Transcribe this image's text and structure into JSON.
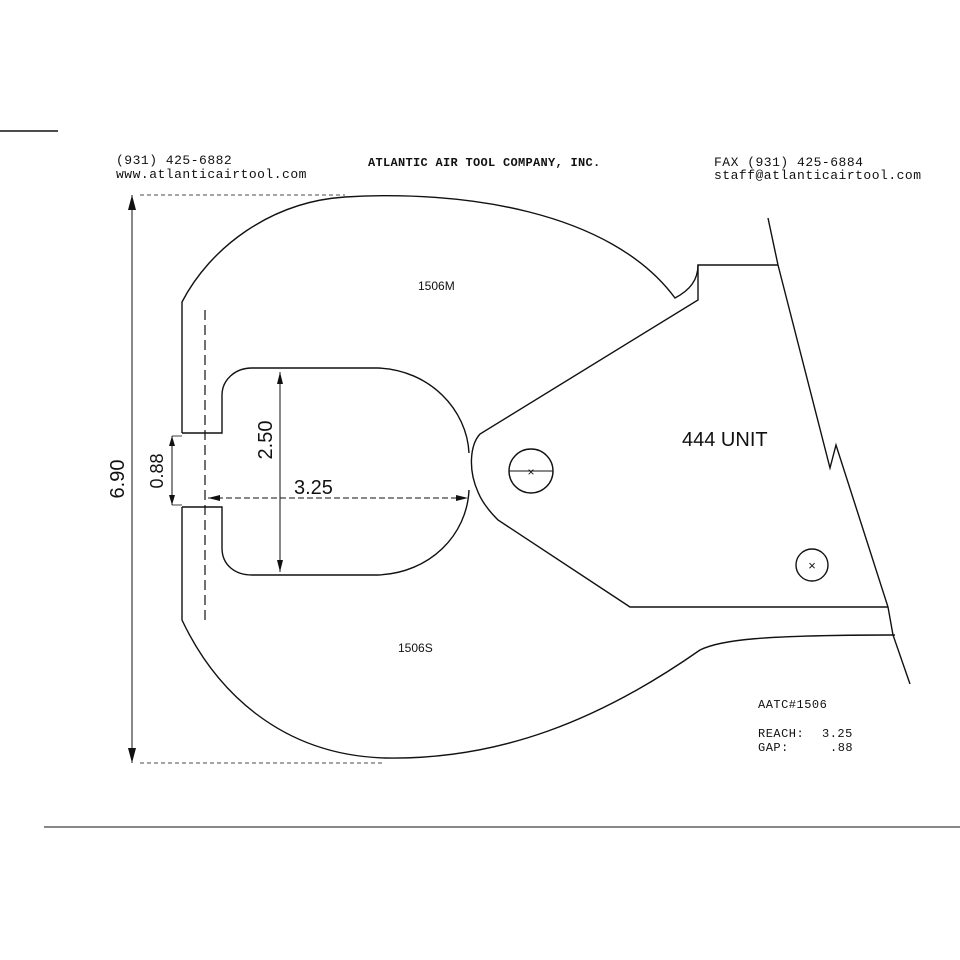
{
  "header": {
    "phone": "(931) 425-6882",
    "website": "www.atlanticairtool.com",
    "company": "ATLANTIC AIR TOOL COMPANY, INC.",
    "fax": "FAX (931) 425-6884",
    "email": "staff@atlanticairtool.com"
  },
  "drawing": {
    "upper_jaw_label": "1506M",
    "lower_jaw_label": "1506S",
    "unit_label": "444 UNIT",
    "dim_height": "6.90",
    "dim_gap": "0.88",
    "dim_throat": "2.50",
    "dim_reach": "3.25",
    "pivot_mark": "×",
    "pin_mark": "×"
  },
  "spec": {
    "part_number": "AATC#1506",
    "reach_label": "REACH:",
    "reach_value": "3.25",
    "gap_label": "GAP:",
    "gap_value": ".88"
  }
}
